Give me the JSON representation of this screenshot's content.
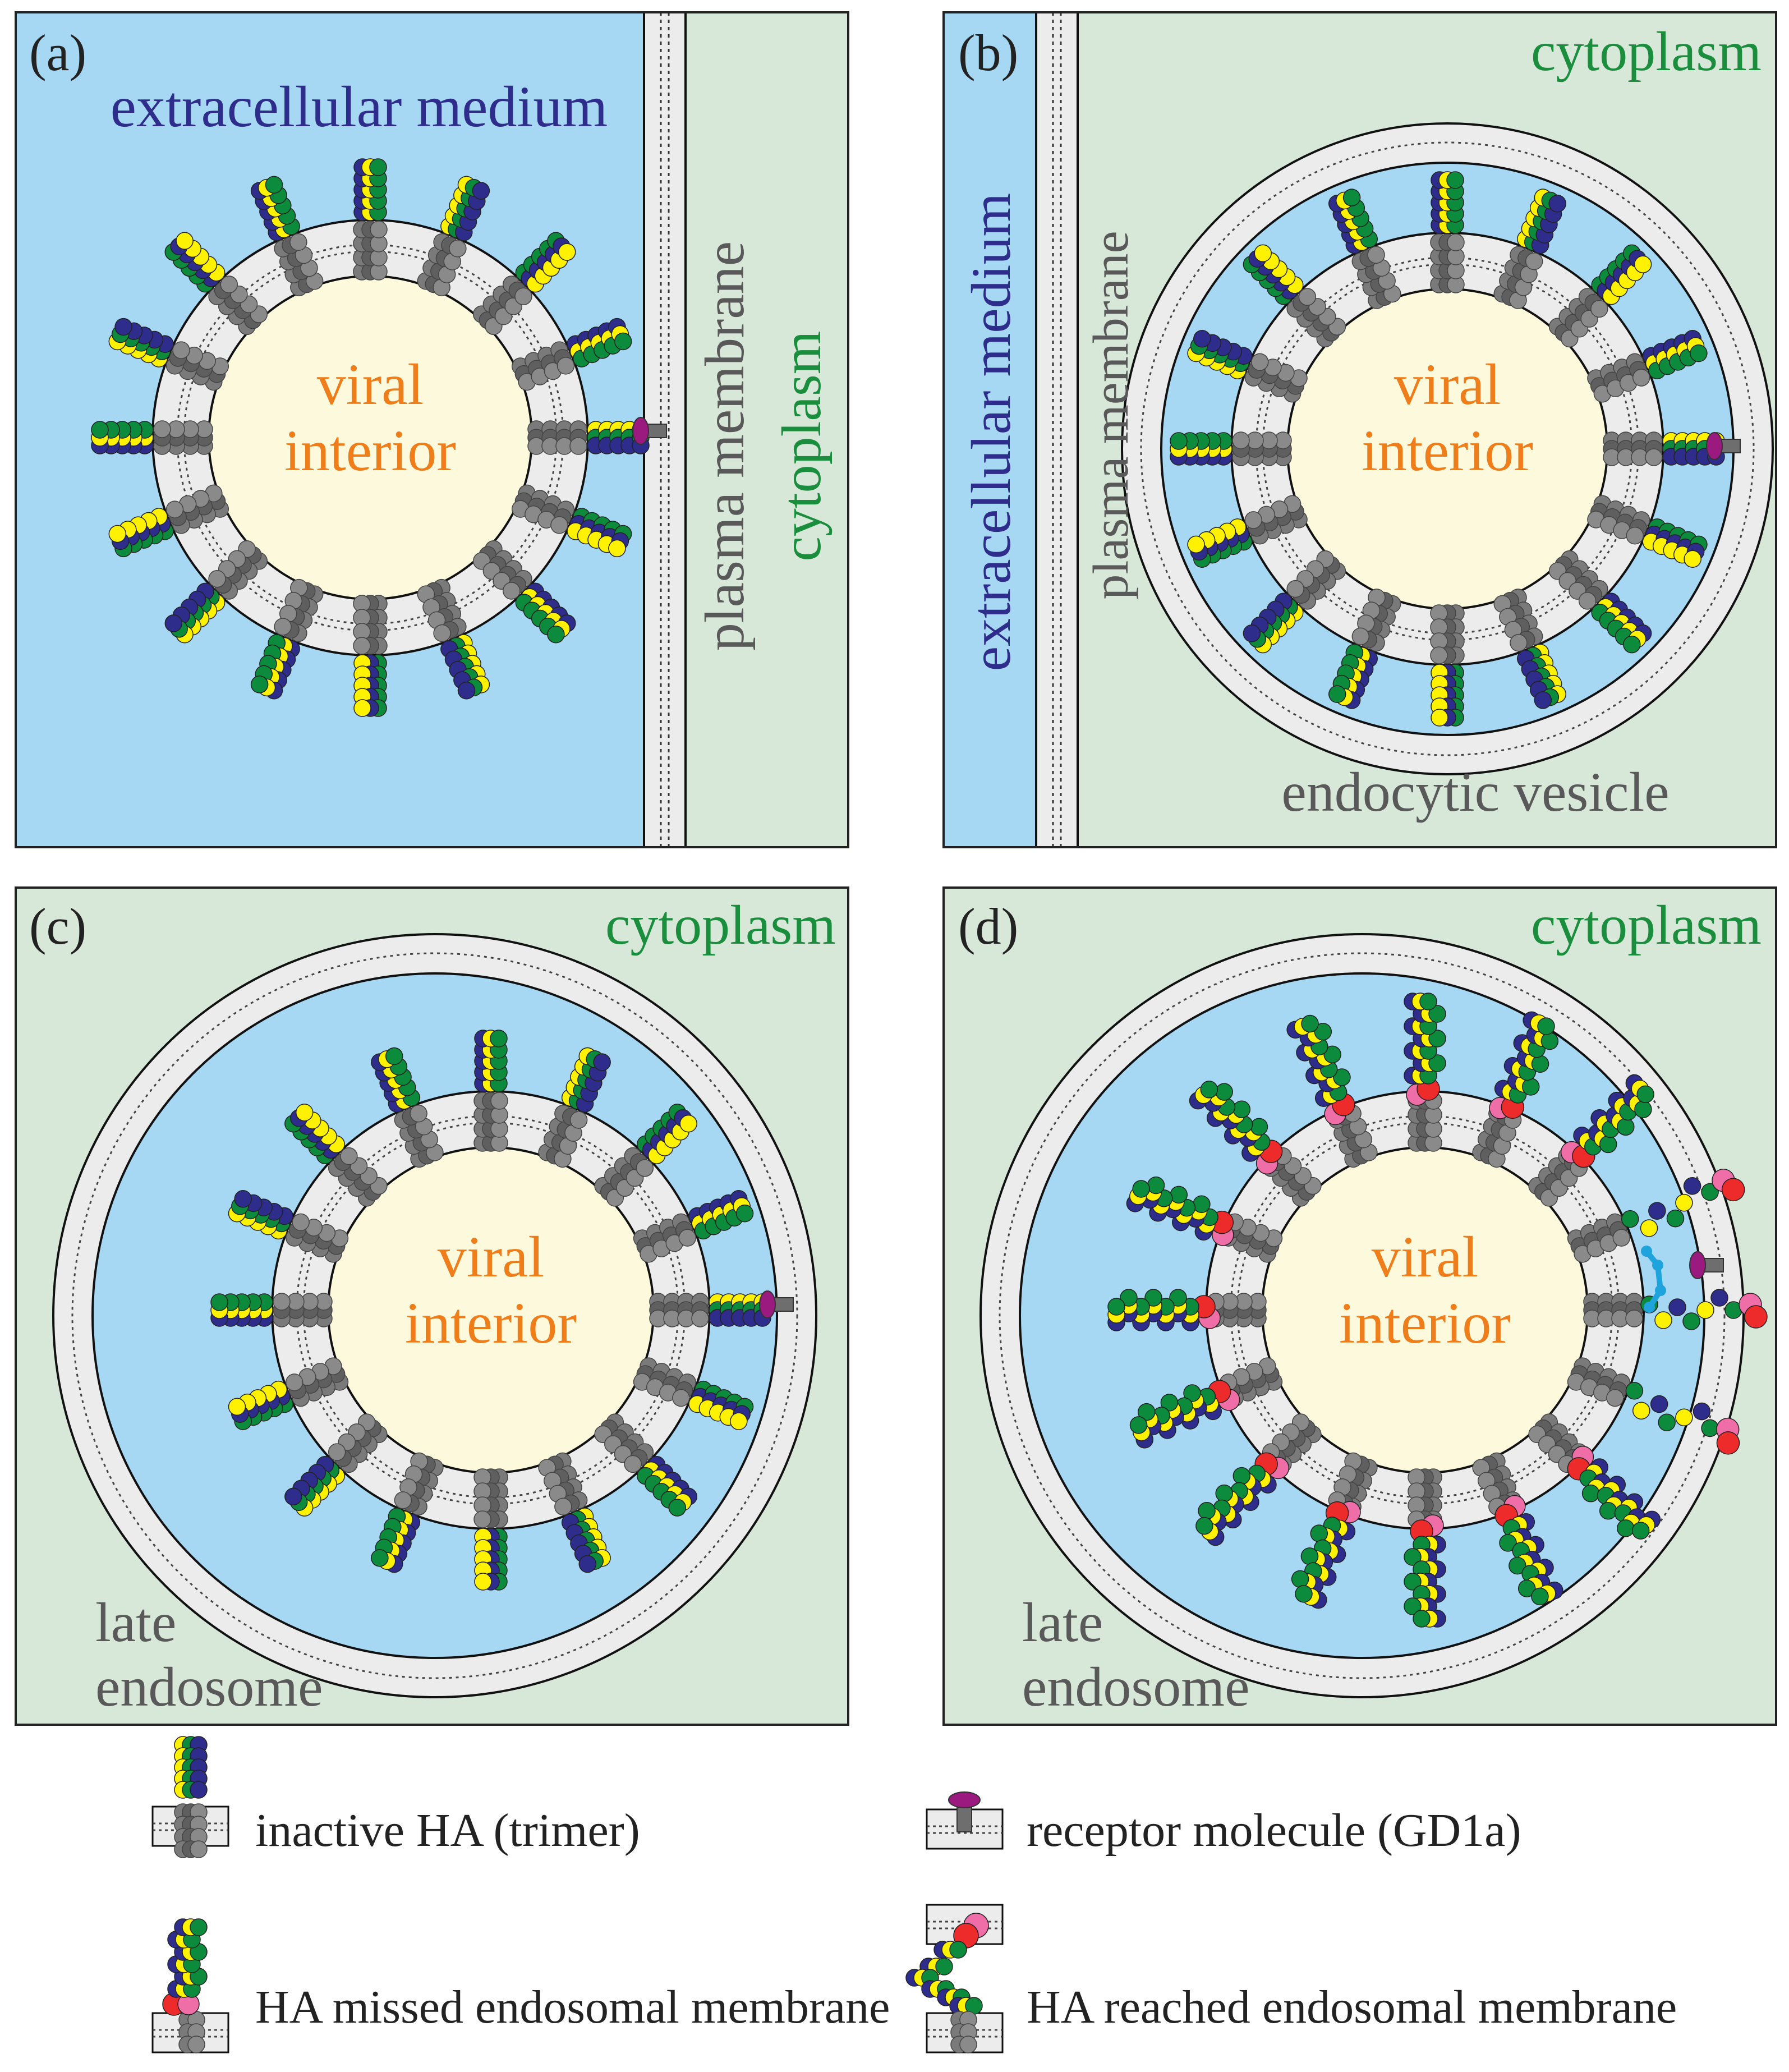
{
  "colors": {
    "extracellular": "#a6d8f4",
    "cytoplasm": "#d7e8d9",
    "membrane_fill": "#ececec",
    "viral_interior": "#fdf9dd",
    "text_blue": "#2e2d8c",
    "text_green": "#1b8e3e",
    "text_orange": "#ef7d1a",
    "text_gray": "#595959",
    "text_black": "#222222",
    "ha_stem": "#6e6e6e",
    "ha_yellow": "#fff200",
    "ha_green": "#0c8b3c",
    "ha_navy": "#2e2d8c",
    "ha_red": "#ee2b2b",
    "ha_pink": "#f06ea8",
    "receptor": "#9b1a80",
    "peptide": "#1fa3dd"
  },
  "panels": {
    "a": {
      "tag": "(a)",
      "extracellular_label": "extracellular medium",
      "membrane_label": "plasma membrane",
      "cytoplasm_label": "cytoplasm",
      "interior_line1": "viral",
      "interior_line2": "interior"
    },
    "b": {
      "tag": "(b)",
      "cytoplasm_label": "cytoplasm",
      "extracellular_label": "extracellular medium",
      "membrane_label": "plasma membrane",
      "vesicle_label": "endocytic vesicle",
      "interior_line1": "viral",
      "interior_line2": "interior"
    },
    "c": {
      "tag": "(c)",
      "cytoplasm_label": "cytoplasm",
      "endosome_line1": "late",
      "endosome_line2": "endosome",
      "interior_line1": "viral",
      "interior_line2": "interior"
    },
    "d": {
      "tag": "(d)",
      "cytoplasm_label": "cytoplasm",
      "endosome_line1": "late",
      "endosome_line2": "endosome",
      "interior_line1": "viral",
      "interior_line2": "interior"
    }
  },
  "legend": {
    "inactive": "inactive HA (trimer)",
    "receptor": "receptor molecule (GD1a)",
    "missed": "HA missed endosomal membrane",
    "reached": "HA reached endosomal membrane"
  }
}
